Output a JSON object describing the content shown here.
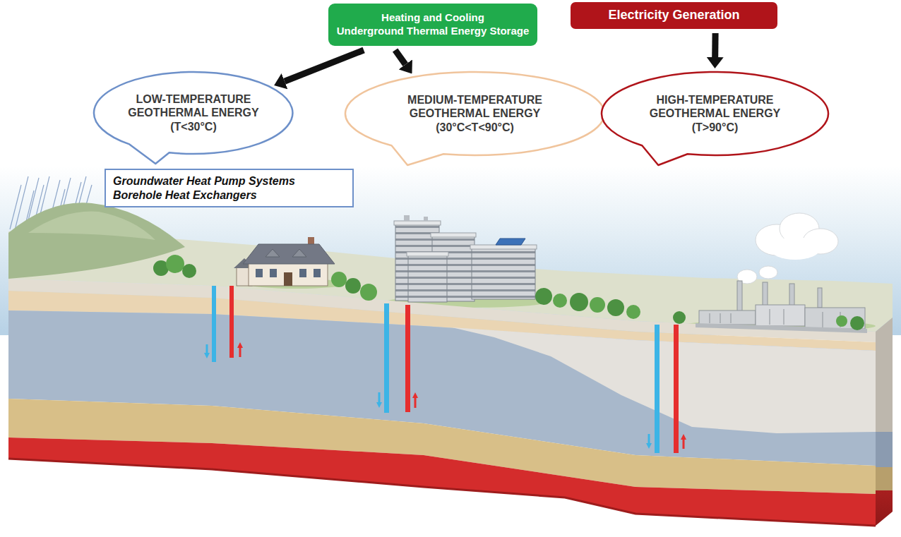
{
  "diagram": {
    "nodes": [
      {
        "text": [
          "Heating and Cooling",
          "Underground Thermal Energy Storage"
        ]
      },
      {
        "text": [
          "Electricity Generation"
        ]
      },
      {
        "text": [
          "LOW-TEMPERATURE GEOTHERMAL ENERGY",
          "(T<30°C)"
        ]
      },
      {
        "text": [
          "MEDIUM-TEMPERATURE GEOTHERMAL ENERGY",
          "(30°C<T<90°C)"
        ]
      },
      {
        "text": [
          "HIGH-TEMPERATURE GEOTHERMAL ENERGY",
          "(T>90°C)"
        ]
      },
      {
        "text": [
          "Groundwater Heat Pump Systems",
          "Borehole Heat Exchangers"
        ]
      }
    ],
    "edges": [
      {
        "from": 0,
        "to": 2,
        "arrow": "to"
      },
      {
        "from": 0,
        "to": 3,
        "arrow": "to"
      },
      {
        "from": 1,
        "to": 4,
        "arrow": "to"
      }
    ]
  }
}
